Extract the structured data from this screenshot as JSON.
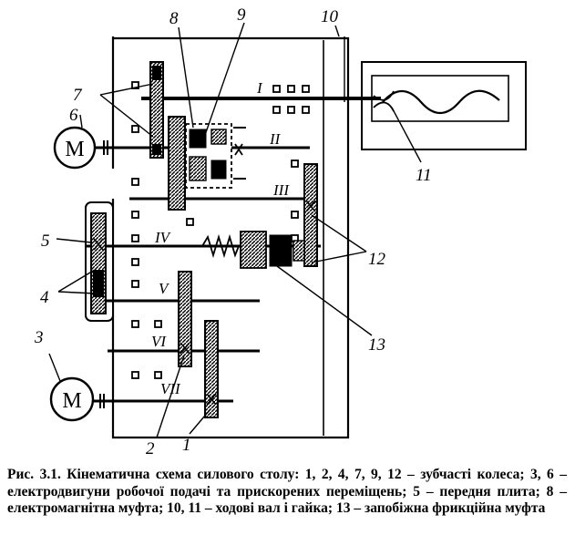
{
  "diagram": {
    "motor_symbol": "M",
    "part_numbers": {
      "p1": "1",
      "p2": "2",
      "p3": "3",
      "p4": "4",
      "p5": "5",
      "p6": "6",
      "p7": "7",
      "p8": "8",
      "p9": "9",
      "p10": "10",
      "p11": "11",
      "p12": "12",
      "p13": "13"
    },
    "shaft_numerals": {
      "s1": "I",
      "s2": "II",
      "s3": "III",
      "s4": "IV",
      "s5": "V",
      "s6": "VI",
      "s7": "VII"
    }
  },
  "caption": {
    "text": "Рис. 3.1. Кінематична схема силового столу: 1, 2, 4, 7, 9, 12 – зубчасті колеса; 3, 6 – електродвигуни робочої подачі та прискорених переміщень; 5 – передня плита; 8 – електромагнітна муфта; 10, 11 – ходові вал і гайка; 13 – запобіжна фрикційна муфта"
  }
}
